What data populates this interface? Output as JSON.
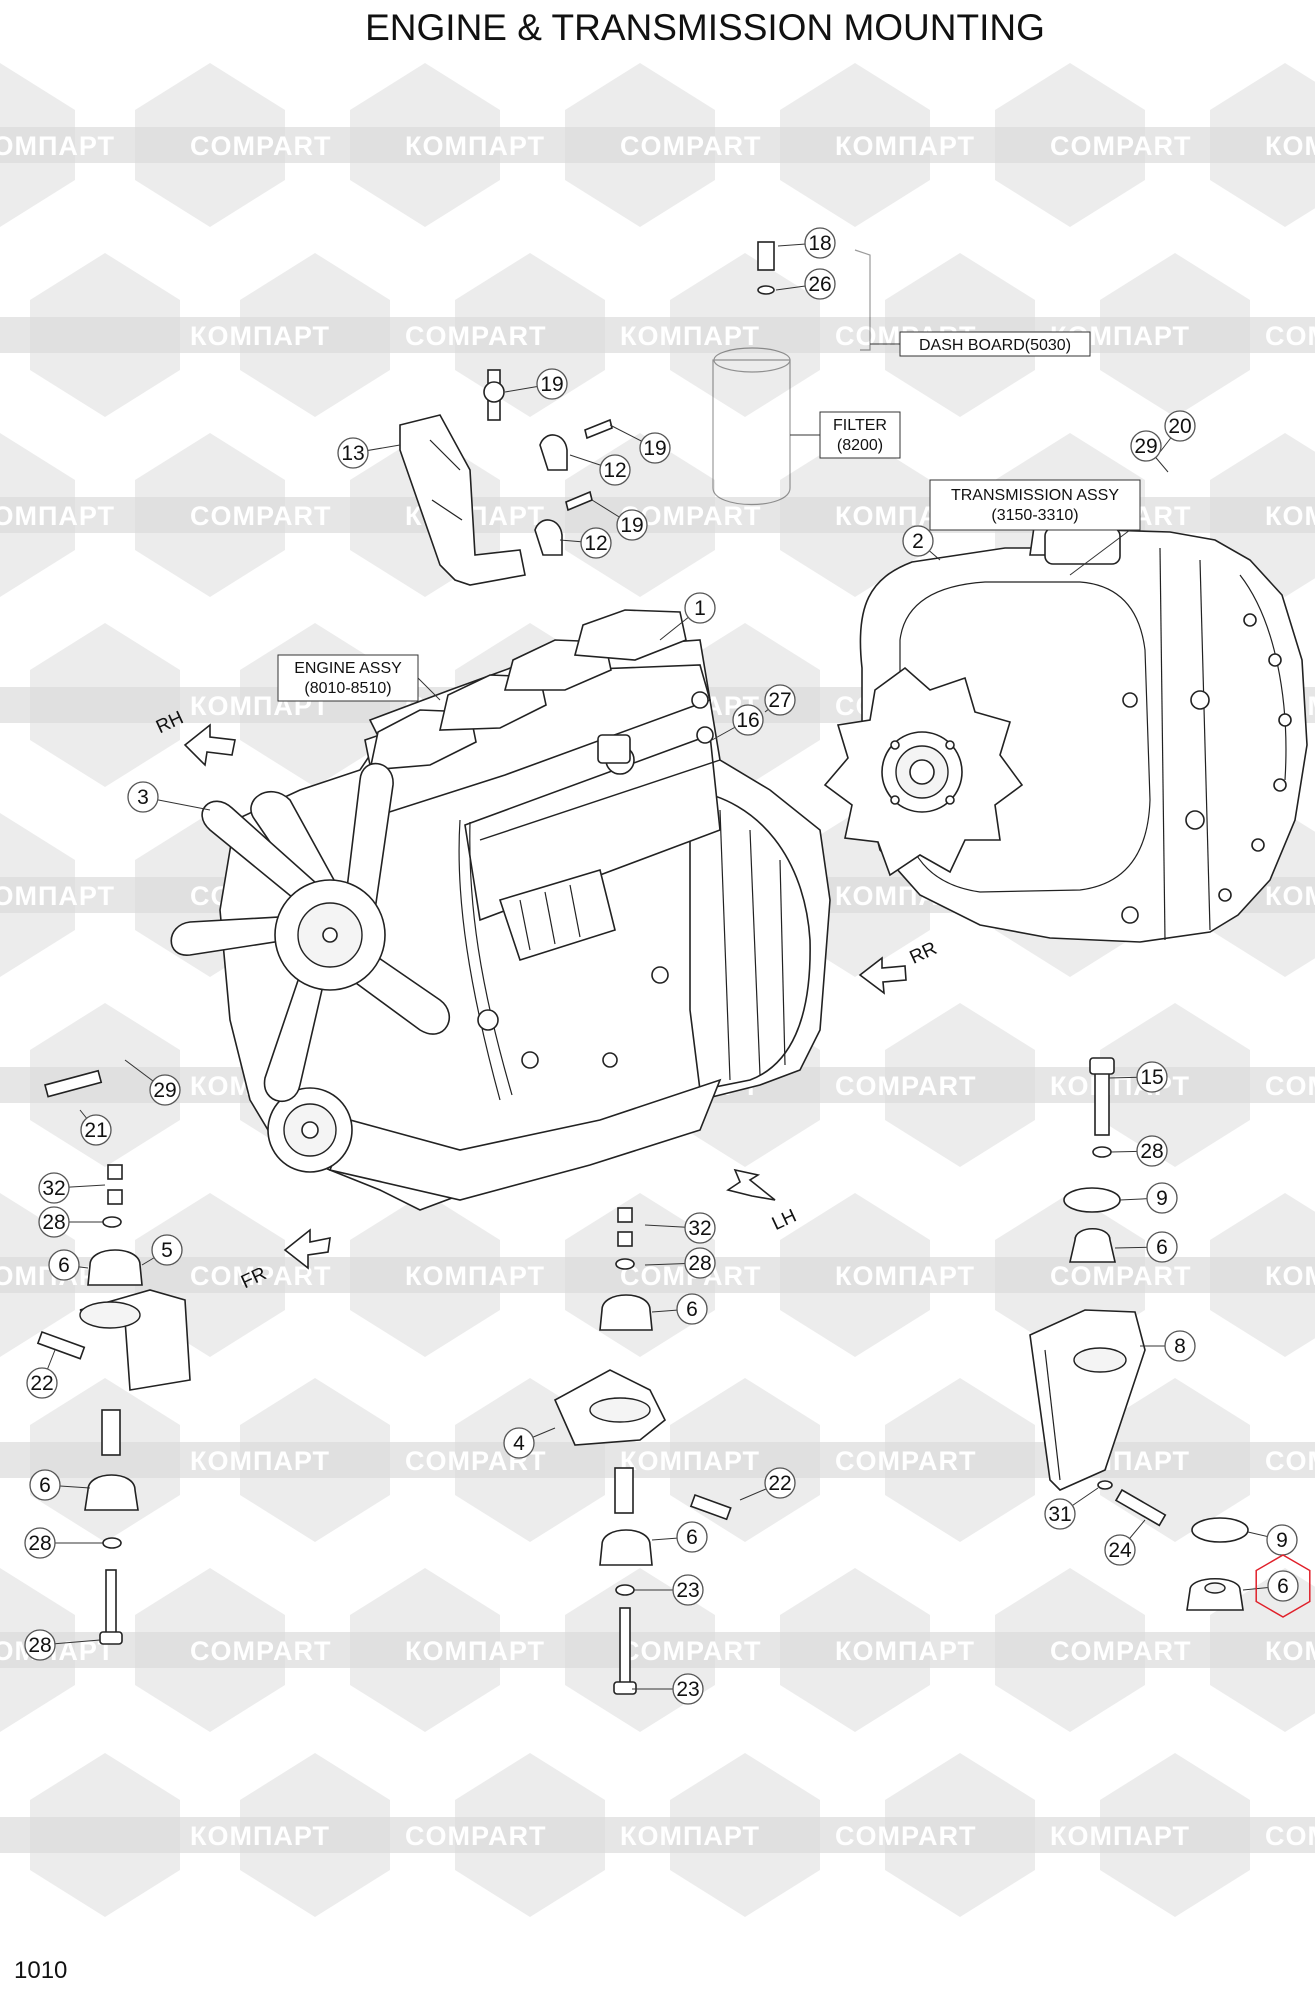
{
  "title": "ENGINE & TRANSMISSION MOUNTING",
  "page_number": "1010",
  "watermark": {
    "brand_latin": "COMPART",
    "brand_cyrillic": "КОМПАРТ",
    "color": "#dcdcdc"
  },
  "highlight_color": "#e0202a",
  "references": [
    {
      "line1": "DASH BOARD(5030)",
      "line2": ""
    },
    {
      "line1": "FILTER",
      "line2": "(8200)"
    },
    {
      "line1": "TRANSMISSION ASSY",
      "line2": "(3150-3310)"
    },
    {
      "line1": "ENGINE ASSY",
      "line2": "(8010-8510)"
    }
  ],
  "directions": [
    "RH",
    "RR",
    "LH",
    "FR"
  ],
  "callouts": [
    "18",
    "26",
    "19",
    "19",
    "13",
    "12",
    "19",
    "12",
    "20",
    "29",
    "2",
    "1",
    "27",
    "16",
    "3",
    "29",
    "21",
    "15",
    "28",
    "9",
    "6",
    "32",
    "28",
    "5",
    "6",
    "32",
    "28",
    "6",
    "8",
    "22",
    "4",
    "6",
    "22",
    "6",
    "31",
    "24",
    "9",
    "28",
    "23",
    "28",
    "23",
    "6"
  ],
  "highlighted_callout": 41
}
